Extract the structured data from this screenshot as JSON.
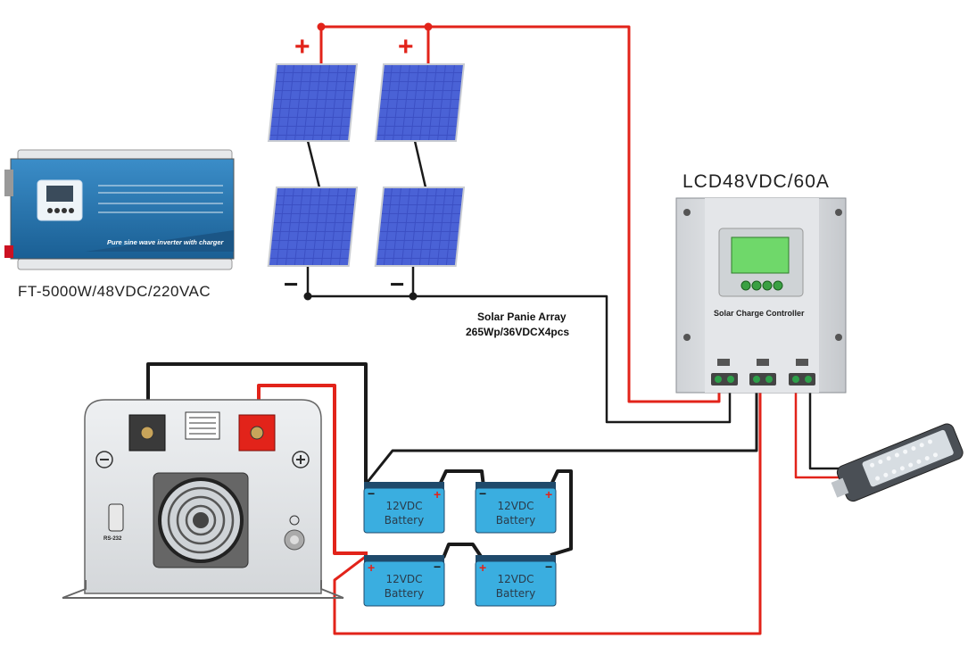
{
  "inverter_front": {
    "model_label": "FT-5000W/48VDC/220VAC",
    "panel_text": "Pure sine wave inverter with charger"
  },
  "solar_array": {
    "title": "Solar Panie Array",
    "spec": "265Wp/36VDCX4pcs",
    "plus": "+",
    "minus": "−"
  },
  "controller": {
    "model_label": "LCD48VDC/60A",
    "caption": "Solar Charge Controller"
  },
  "batteries": [
    {
      "voltage": "12VDC",
      "label": "Battery"
    },
    {
      "voltage": "12VDC",
      "label": "Battery"
    },
    {
      "voltage": "12VDC",
      "label": "Battery"
    },
    {
      "voltage": "12VDC",
      "label": "Battery"
    }
  ],
  "inverter_back": {
    "port_label": "RS-232"
  },
  "colors": {
    "positive_wire": "#e2231a",
    "negative_wire": "#1a1a1a",
    "panel_cell": "#3b4fc4",
    "battery_body": "#3aaee0",
    "inverter_blue": "#1f6fa8"
  }
}
